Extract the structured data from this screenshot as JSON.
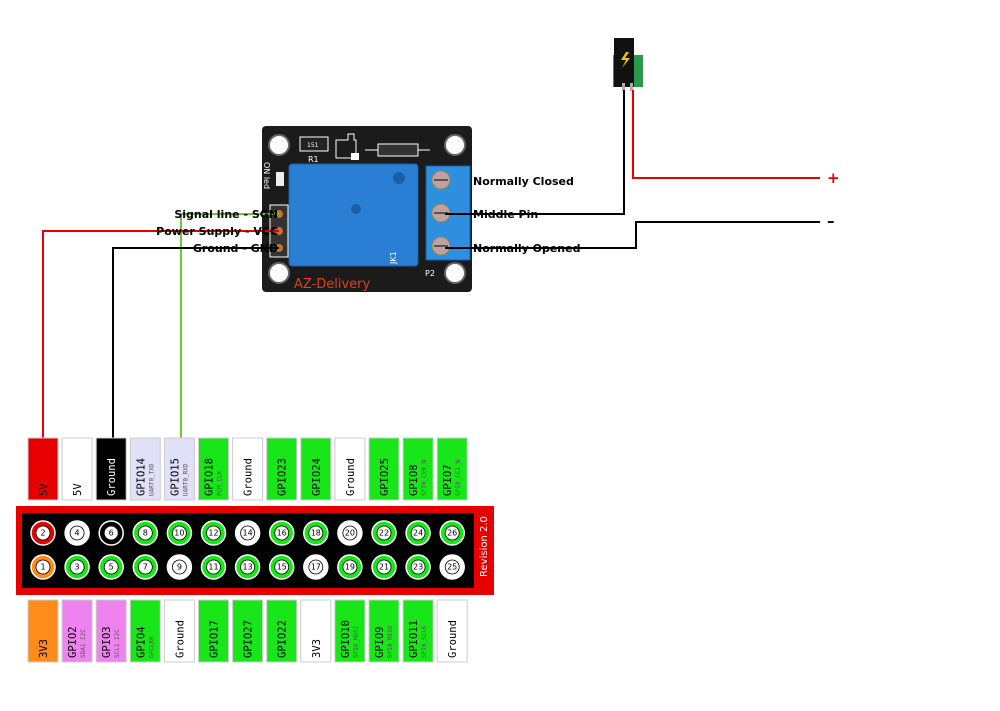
{
  "relay_module": {
    "brand": "AZ-Delivery",
    "led_label": "ON led",
    "resistor_label": "R1",
    "resistor_value": "151",
    "relay_label": "JK1",
    "terminal_label": "P2",
    "pin_labels": [
      "Signal line - SGN",
      "Power Supply - VCC",
      "Ground - GND"
    ],
    "terminal_labels": [
      "Normally Closed",
      "Middle Pin",
      "Normally Opened"
    ]
  },
  "power": {
    "plus": "+",
    "minus": "–"
  },
  "header": {
    "revision": "Revision 2.0",
    "top_labels": [
      {
        "name": "5V",
        "sub": "",
        "color": "#e60000",
        "text": "#000"
      },
      {
        "name": "5V",
        "sub": "",
        "color": "#ffffff",
        "text": "#000"
      },
      {
        "name": "Ground",
        "sub": "",
        "color": "#000000",
        "text": "#fff"
      },
      {
        "name": "GPIO14",
        "sub": "UART0_TXD",
        "color": "#e0e0f8",
        "text": "#000"
      },
      {
        "name": "GPIO15",
        "sub": "UART0_RXD",
        "color": "#e0e0f8",
        "text": "#000"
      },
      {
        "name": "GPIO18",
        "sub": "PCM_CLK",
        "color": "#19e619",
        "text": "#000"
      },
      {
        "name": "Ground",
        "sub": "",
        "color": "#ffffff",
        "text": "#000"
      },
      {
        "name": "GPIO23",
        "sub": "",
        "color": "#19e619",
        "text": "#000"
      },
      {
        "name": "GPIO24",
        "sub": "",
        "color": "#19e619",
        "text": "#000"
      },
      {
        "name": "Ground",
        "sub": "",
        "color": "#ffffff",
        "text": "#000"
      },
      {
        "name": "GPIO25",
        "sub": "",
        "color": "#19e619",
        "text": "#000"
      },
      {
        "name": "GPIO8",
        "sub": "SPI0_CE0_N",
        "color": "#19e619",
        "text": "#000"
      },
      {
        "name": "GPIO7",
        "sub": "SPI0_CE1_N",
        "color": "#19e619",
        "text": "#000"
      }
    ],
    "bottom_labels": [
      {
        "name": "3V3",
        "sub": "",
        "color": "#ff8c1a",
        "text": "#000"
      },
      {
        "name": "GPIO2",
        "sub": "SDA1 I2C",
        "color": "#ee82ee",
        "text": "#000"
      },
      {
        "name": "GPIO3",
        "sub": "SCL1 I2C",
        "color": "#ee82ee",
        "text": "#000"
      },
      {
        "name": "GPIO4",
        "sub": "GPCLK0",
        "color": "#19e619",
        "text": "#000"
      },
      {
        "name": "Ground",
        "sub": "",
        "color": "#ffffff",
        "text": "#000"
      },
      {
        "name": "GPIO17",
        "sub": "",
        "color": "#19e619",
        "text": "#000"
      },
      {
        "name": "GPIO27",
        "sub": "",
        "color": "#19e619",
        "text": "#000"
      },
      {
        "name": "GPIO22",
        "sub": "",
        "color": "#19e619",
        "text": "#000"
      },
      {
        "name": "3V3",
        "sub": "",
        "color": "#ffffff",
        "text": "#000"
      },
      {
        "name": "GPIO10",
        "sub": "SPI0_MOSI",
        "color": "#19e619",
        "text": "#000"
      },
      {
        "name": "GPIO9",
        "sub": "SPI0_MISO",
        "color": "#19e619",
        "text": "#000"
      },
      {
        "name": "GPIO11",
        "sub": "SPI0_SCLK",
        "color": "#19e619",
        "text": "#000"
      },
      {
        "name": "Ground",
        "sub": "",
        "color": "#ffffff",
        "text": "#000"
      }
    ],
    "top_pins": [
      {
        "num": "2",
        "color": "#e60000"
      },
      {
        "num": "4",
        "color": "#ffffff"
      },
      {
        "num": "6",
        "color": "#000000"
      },
      {
        "num": "8",
        "color": "#19e619"
      },
      {
        "num": "10",
        "color": "#19e619"
      },
      {
        "num": "12",
        "color": "#19e619"
      },
      {
        "num": "14",
        "color": "#ffffff"
      },
      {
        "num": "16",
        "color": "#19e619"
      },
      {
        "num": "18",
        "color": "#19e619"
      },
      {
        "num": "20",
        "color": "#ffffff"
      },
      {
        "num": "22",
        "color": "#19e619"
      },
      {
        "num": "24",
        "color": "#19e619"
      },
      {
        "num": "26",
        "color": "#19e619"
      }
    ],
    "bottom_pins": [
      {
        "num": "1",
        "color": "#ff8c1a"
      },
      {
        "num": "3",
        "color": "#19e619"
      },
      {
        "num": "5",
        "color": "#19e619"
      },
      {
        "num": "7",
        "color": "#19e619"
      },
      {
        "num": "9",
        "color": "#ffffff"
      },
      {
        "num": "11",
        "color": "#19e619"
      },
      {
        "num": "13",
        "color": "#19e619"
      },
      {
        "num": "15",
        "color": "#19e619"
      },
      {
        "num": "17",
        "color": "#ffffff"
      },
      {
        "num": "19",
        "color": "#19e619"
      },
      {
        "num": "21",
        "color": "#19e619"
      },
      {
        "num": "23",
        "color": "#19e619"
      },
      {
        "num": "25",
        "color": "#ffffff"
      }
    ]
  },
  "wire_colors": {
    "vcc": "#e60000",
    "gnd": "#000000",
    "signal": "#66cc33"
  }
}
